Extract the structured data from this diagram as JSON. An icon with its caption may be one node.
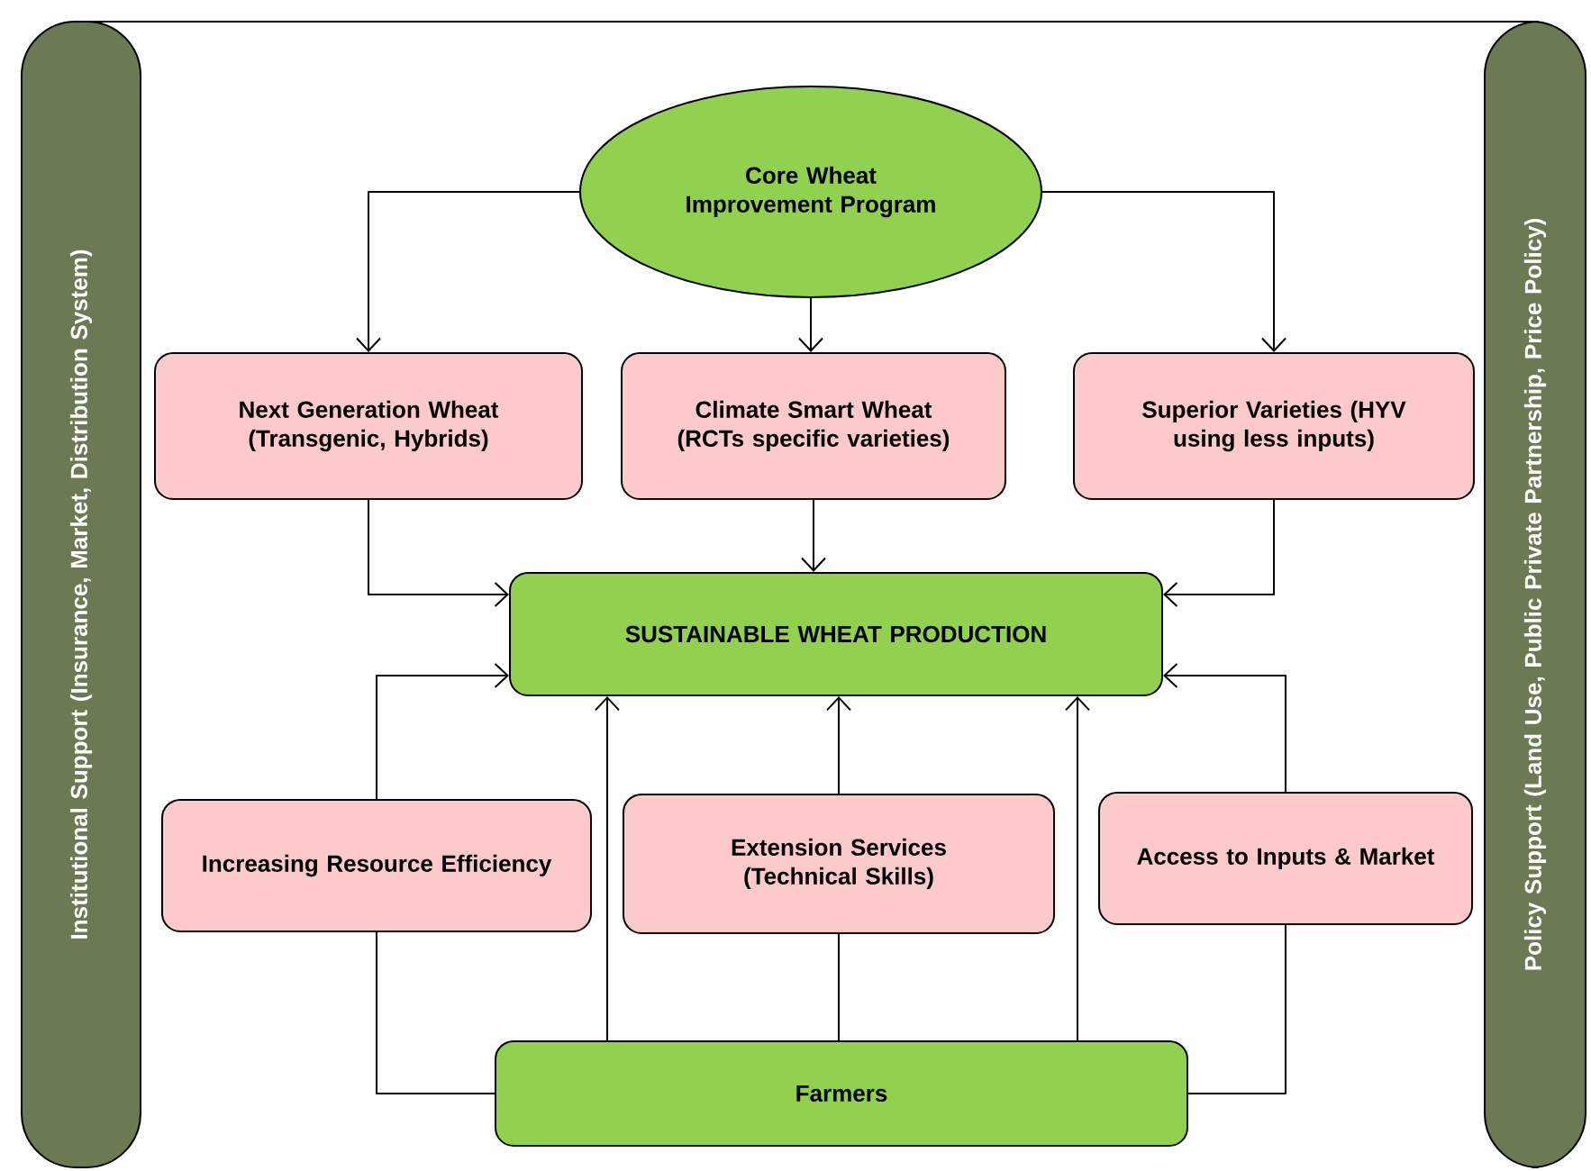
{
  "diagram": {
    "nodes": [
      {
        "text": [
          "Institutional Support (Insurance, Market, Distribution System)"
        ]
      },
      {
        "text": [
          "Policy Support (Land Use, Public Private Partnership, Price Policy)"
        ]
      },
      {
        "text": [
          "Core Wheat Improvement Program"
        ]
      },
      {
        "text": [
          "Next Generation Wheat (Transgenic, Hybrids)"
        ]
      },
      {
        "text": [
          "Climate Smart Wheat (RCTs specific varieties)"
        ]
      },
      {
        "text": [
          "Superior Varieties (HYV using less inputs)"
        ]
      },
      {
        "text": [
          "SUSTAINABLE WHEAT PRODUCTION"
        ]
      },
      {
        "text": [
          "Increasing Resource Efficiency"
        ]
      },
      {
        "text": [
          "Extension Services (Technical Skills)"
        ]
      },
      {
        "text": [
          "Access to Inputs & Market"
        ]
      },
      {
        "text": [
          "Farmers"
        ]
      }
    ],
    "edges": [
      {
        "from": 2,
        "to": 3,
        "arrow": "to"
      },
      {
        "from": 2,
        "to": 4,
        "arrow": "to"
      },
      {
        "from": 2,
        "to": 5,
        "arrow": "to"
      },
      {
        "from": 3,
        "to": 6,
        "arrow": "to"
      },
      {
        "from": 4,
        "to": 6,
        "arrow": "to"
      },
      {
        "from": 5,
        "to": 6,
        "arrow": "to"
      },
      {
        "from": 7,
        "to": 6,
        "arrow": "to"
      },
      {
        "from": 10,
        "to": 7,
        "arrow": "none"
      },
      {
        "from": 8,
        "to": 6,
        "arrow": "to"
      },
      {
        "from": 10,
        "to": 8,
        "arrow": "none"
      },
      {
        "from": 9,
        "to": 6,
        "arrow": "to"
      },
      {
        "from": 10,
        "to": 9,
        "arrow": "none"
      },
      {
        "from": 10,
        "to": 6,
        "arrow": "to"
      },
      {
        "from": 10,
        "to": 6,
        "arrow": "to"
      }
    ]
  }
}
